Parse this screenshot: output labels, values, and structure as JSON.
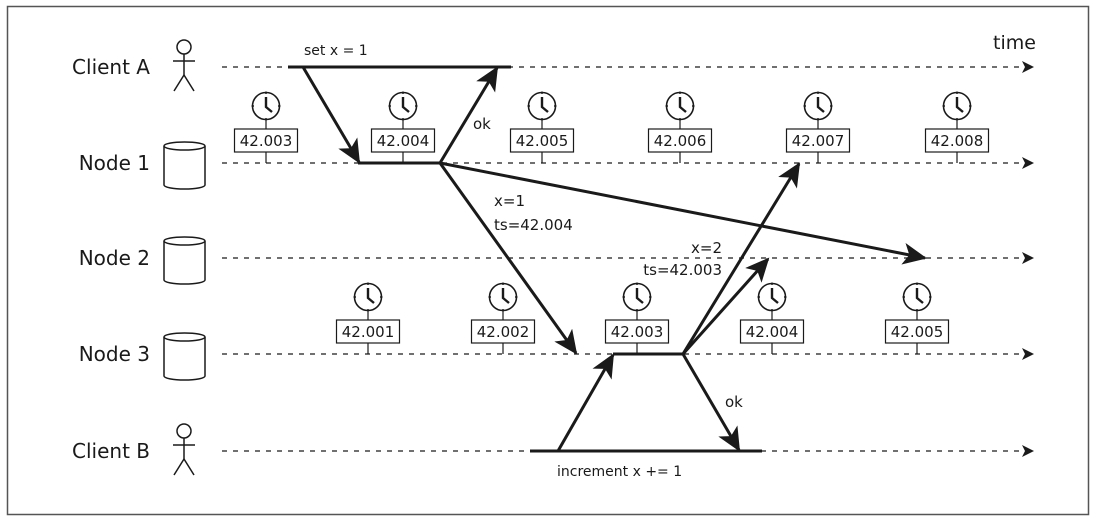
{
  "diagram": {
    "time_label": "time",
    "lanes": [
      {
        "id": "clientA",
        "label": "Client A",
        "icon": "person-icon"
      },
      {
        "id": "node1",
        "label": "Node 1",
        "icon": "database-icon"
      },
      {
        "id": "node2",
        "label": "Node 2",
        "icon": "database-icon"
      },
      {
        "id": "node3",
        "label": "Node 3",
        "icon": "database-icon"
      },
      {
        "id": "clientB",
        "label": "Client B",
        "icon": "person-icon"
      }
    ],
    "clocks": {
      "node1": [
        "42.003",
        "42.004",
        "42.005",
        "42.006",
        "42.007",
        "42.008"
      ],
      "node3": [
        "42.001",
        "42.002",
        "42.003",
        "42.004",
        "42.005"
      ]
    },
    "messages": {
      "set_x": "set x = 1",
      "ok_a": "ok",
      "x1": "x=1",
      "ts1": "ts=42.004",
      "x2": "x=2",
      "ts2": "ts=42.003",
      "ok_b": "ok",
      "increment": "increment x += 1"
    },
    "colors": {
      "ink": "#1a1a1a",
      "border": "#555555",
      "background": "#ffffff"
    }
  }
}
